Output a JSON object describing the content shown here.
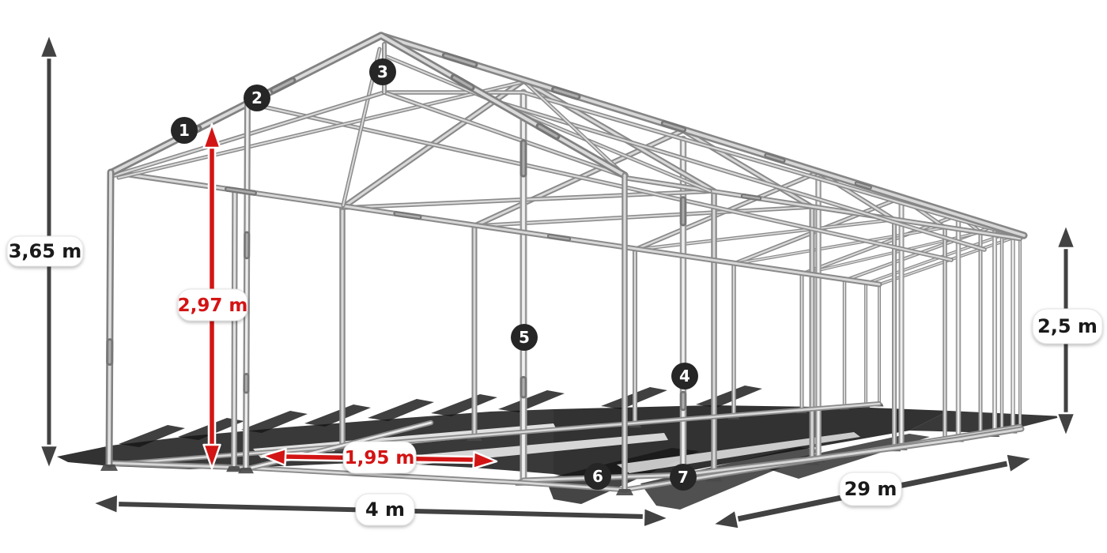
{
  "diagram": {
    "subject": "tent-frame-wireframe"
  },
  "dimensions": {
    "total_height": "3,65 m",
    "clear_height": "2,97 m",
    "side_height": "2,5 m",
    "bay_spacing": "1,95 m",
    "width": "4 m",
    "length": "29 m"
  },
  "markers": {
    "m1": "1",
    "m2": "2",
    "m3": "3",
    "m4": "4",
    "m5": "5",
    "m6": "6",
    "m7": "7"
  },
  "colors": {
    "accent_red": "#d31414",
    "arrow_gray": "#424242",
    "badge": "#262626",
    "tube_edge": "#8a8a8a",
    "tube_core": "#d8d8d8",
    "shadow": "#161616"
  }
}
